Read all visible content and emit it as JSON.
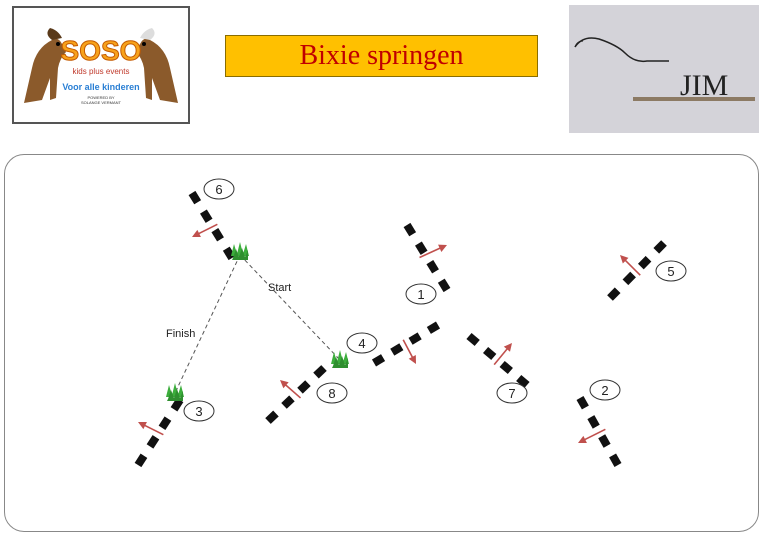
{
  "header": {
    "title": "Bixie springen"
  },
  "logo_left": {
    "brand": "SOSO",
    "tagline": "Voor alle kinderen",
    "subline": "kids plus events",
    "powered": "POWERED BY",
    "powered_name": "SOLANGE VERMANT"
  },
  "logo_right": {
    "brand": "JIM"
  },
  "course": {
    "path_labels": {
      "start": "Start",
      "finish": "Finish"
    },
    "obstacles": [
      {
        "number": "1"
      },
      {
        "number": "2"
      },
      {
        "number": "3"
      },
      {
        "number": "4"
      },
      {
        "number": "5"
      },
      {
        "number": "6"
      },
      {
        "number": "7"
      },
      {
        "number": "8"
      }
    ]
  },
  "colors": {
    "title_bg": "#ffc000",
    "title_text": "#c00000",
    "arrow": "#c0504d",
    "pole_dark": "#111111",
    "bush": "#3cae3c"
  }
}
